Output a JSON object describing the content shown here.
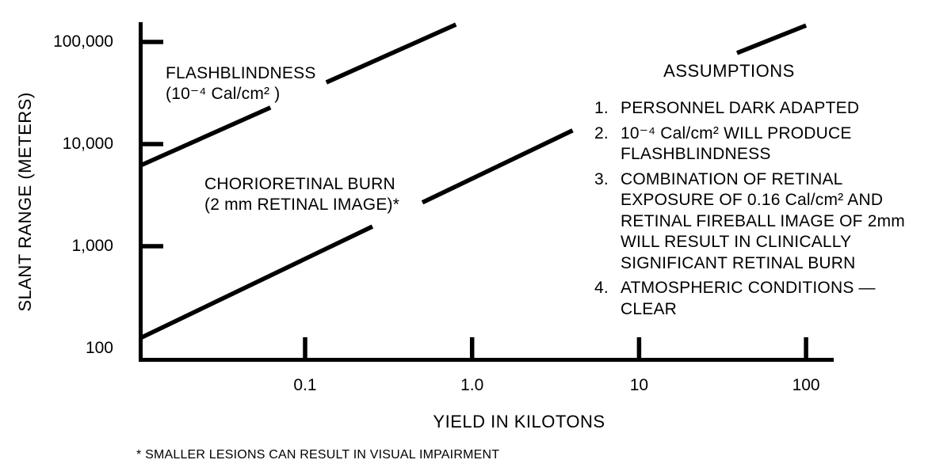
{
  "figure": {
    "y_axis_title": "SLANT RANGE (METERS)",
    "x_axis_title": "YIELD IN KILOTONS",
    "footnote": "* SMALLER LESIONS CAN RESULT IN VISUAL IMPAIRMENT",
    "line_labels": {
      "flashblindness": "FLASHBLINDNESS\n(10⁻⁴  Cal/cm² )",
      "chorioretinal": "CHORIORETINAL BURN\n(2 mm RETINAL IMAGE)*"
    },
    "assumptions": {
      "title": "ASSUMPTIONS",
      "items": [
        {
          "num": "1.",
          "text": "PERSONNEL DARK ADAPTED"
        },
        {
          "num": "2.",
          "text": "10⁻⁴ Cal/cm²  WILL PRODUCE\nFLASHBLINDNESS"
        },
        {
          "num": "3.",
          "text": "COMBINATION OF RETINAL\nEXPOSURE OF 0.16 Cal/cm²  AND\nRETINAL FIREBALL IMAGE OF 2mm\nWILL RESULT IN CLINICALLY\nSIGNIFICANT RETINAL BURN"
        },
        {
          "num": "4.",
          "text": "ATMOSPHERIC CONDITIONS —\nCLEAR"
        }
      ]
    },
    "colors": {
      "ink": "#000000",
      "background": "#ffffff"
    }
  },
  "chart_data": {
    "type": "line",
    "x_scale": "log",
    "y_scale": "log",
    "title": "",
    "xlabel": "YIELD IN KILOTONS",
    "ylabel": "SLANT RANGE (METERS)",
    "xlim": [
      0.01,
      180
    ],
    "ylim": [
      100,
      200000
    ],
    "grid": false,
    "legend_position": "labels-on-lines",
    "x_ticks": [
      {
        "value": 0.1,
        "label": "0.1"
      },
      {
        "value": 1,
        "label": "1.0"
      },
      {
        "value": 10,
        "label": "10"
      },
      {
        "value": 100,
        "label": "100"
      }
    ],
    "y_ticks": [
      {
        "value": 100000,
        "label": "100,000",
        "tick": true
      },
      {
        "value": 10000,
        "label": "10,000",
        "tick": true
      },
      {
        "value": 1000,
        "label": "1,000",
        "tick": true
      },
      {
        "value": 100,
        "label": "100",
        "tick": false
      }
    ],
    "series": [
      {
        "name": "FLASHBLINDNESS (10⁻⁴ Cal/cm²)",
        "units": {
          "x": "kilotons",
          "y": "meters"
        },
        "segments": [
          [
            [
              0.0104,
              6200
            ],
            [
              0.062,
              22800
            ]
          ],
          [
            [
              0.134,
              40200
            ],
            [
              0.8,
              148000
            ]
          ],
          [
            [
              38.6,
              78000
            ],
            [
              100,
              145000
            ]
          ]
        ]
      },
      {
        "name": "CHORIORETINAL BURN (2 mm RETINAL IMAGE)",
        "units": {
          "x": "kilotons",
          "y": "meters"
        },
        "segments": [
          [
            [
              0.0103,
              126
            ],
            [
              0.253,
              1560
            ]
          ],
          [
            [
              0.504,
              2680
            ],
            [
              4.0,
              13600
            ]
          ]
        ]
      }
    ]
  }
}
